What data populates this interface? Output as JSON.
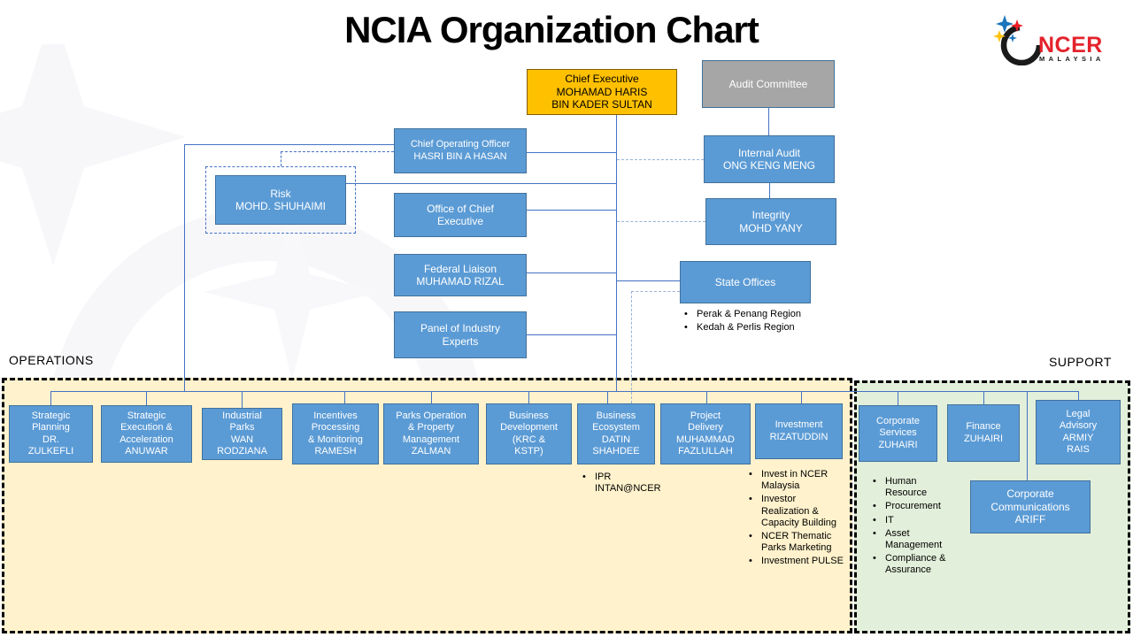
{
  "title": "NCIA Organization Chart",
  "logo": {
    "brand": "NCER",
    "country": "MALAYSIA"
  },
  "section_labels": {
    "operations": "OPERATIONS",
    "support": "SUPPORT"
  },
  "colors": {
    "box_blue": "#5B9BD5",
    "box_border": "#41719C",
    "gold": "#FFC000",
    "gray": "#A6A6A6",
    "line_blue": "#4472C4",
    "line_light": "#95B3D7",
    "operations_bg": "#FFF2CC",
    "support_bg": "#E2EFDA",
    "brand_red": "#E4232C"
  },
  "nodes": {
    "chief_executive": {
      "lines": [
        "Chief Executive",
        "MOHAMAD HARIS",
        "BIN KADER SULTAN"
      ]
    },
    "audit_committee": {
      "lines": [
        "Audit Committee"
      ]
    },
    "chief_operating_officer": {
      "lines": [
        "Chief Operating Officer",
        "HASRI BIN A HASAN"
      ]
    },
    "internal_audit": {
      "lines": [
        "Internal Audit",
        "ONG KENG MENG"
      ]
    },
    "risk": {
      "lines": [
        "Risk",
        "MOHD. SHUHAIMI"
      ]
    },
    "integrity": {
      "lines": [
        "Integrity",
        "MOHD YANY"
      ]
    },
    "office_of_chief_executive": {
      "lines": [
        "Office of Chief",
        "Executive"
      ]
    },
    "federal_liaison": {
      "lines": [
        "Federal Liaison",
        "MUHAMAD RIZAL"
      ]
    },
    "state_offices": {
      "lines": [
        "State Offices"
      ]
    },
    "panel_of_industry_experts": {
      "lines": [
        "Panel of Industry",
        "Experts"
      ]
    },
    "strategic_planning": {
      "lines": [
        "Strategic",
        "Planning",
        "DR.",
        "ZULKEFLI"
      ]
    },
    "strategic_execution": {
      "lines": [
        "Strategic",
        "Execution &",
        "Acceleration",
        "ANUWAR"
      ]
    },
    "industrial_parks": {
      "lines": [
        "Industrial",
        "Parks",
        "WAN",
        "RODZIANA"
      ]
    },
    "incentives_processing": {
      "lines": [
        "Incentives",
        "Processing",
        "& Monitoring",
        "RAMESH"
      ]
    },
    "parks_operation": {
      "lines": [
        "Parks Operation",
        "& Property",
        "Management",
        "ZALMAN"
      ]
    },
    "business_development": {
      "lines": [
        "Business",
        "Development",
        "(KRC &",
        "KSTP)"
      ]
    },
    "business_ecosystem": {
      "lines": [
        "Business",
        "Ecosystem",
        "DATIN",
        "SHAHDEE"
      ]
    },
    "project_delivery": {
      "lines": [
        "Project",
        "Delivery",
        "MUHAMMAD",
        "FAZLULLAH"
      ]
    },
    "investment": {
      "lines": [
        "Investment",
        "RIZATUDDIN"
      ]
    },
    "corporate_services": {
      "lines": [
        "Corporate",
        "Services",
        "ZUHAIRI"
      ]
    },
    "finance": {
      "lines": [
        "Finance",
        "ZUHAIRI"
      ]
    },
    "legal_advisory": {
      "lines": [
        "Legal",
        "Advisory",
        "ARMIY",
        "RAIS"
      ]
    },
    "corporate_communications": {
      "lines": [
        "Corporate",
        "Communications",
        "ARIFF"
      ]
    }
  },
  "bullets": {
    "state_offices": [
      "Perak & Penang Region",
      "Kedah & Perlis Region"
    ],
    "business_ecosystem": [
      "IPR INTAN@NCER"
    ],
    "investment": [
      "Invest in NCER Malaysia",
      "Investor Realization & Capacity Building",
      "NCER Thematic Parks Marketing",
      "Investment PULSE"
    ],
    "corporate_services": [
      "Human Resource",
      "Procurement",
      "IT",
      "Asset Management",
      "Compliance & Assurance"
    ]
  }
}
